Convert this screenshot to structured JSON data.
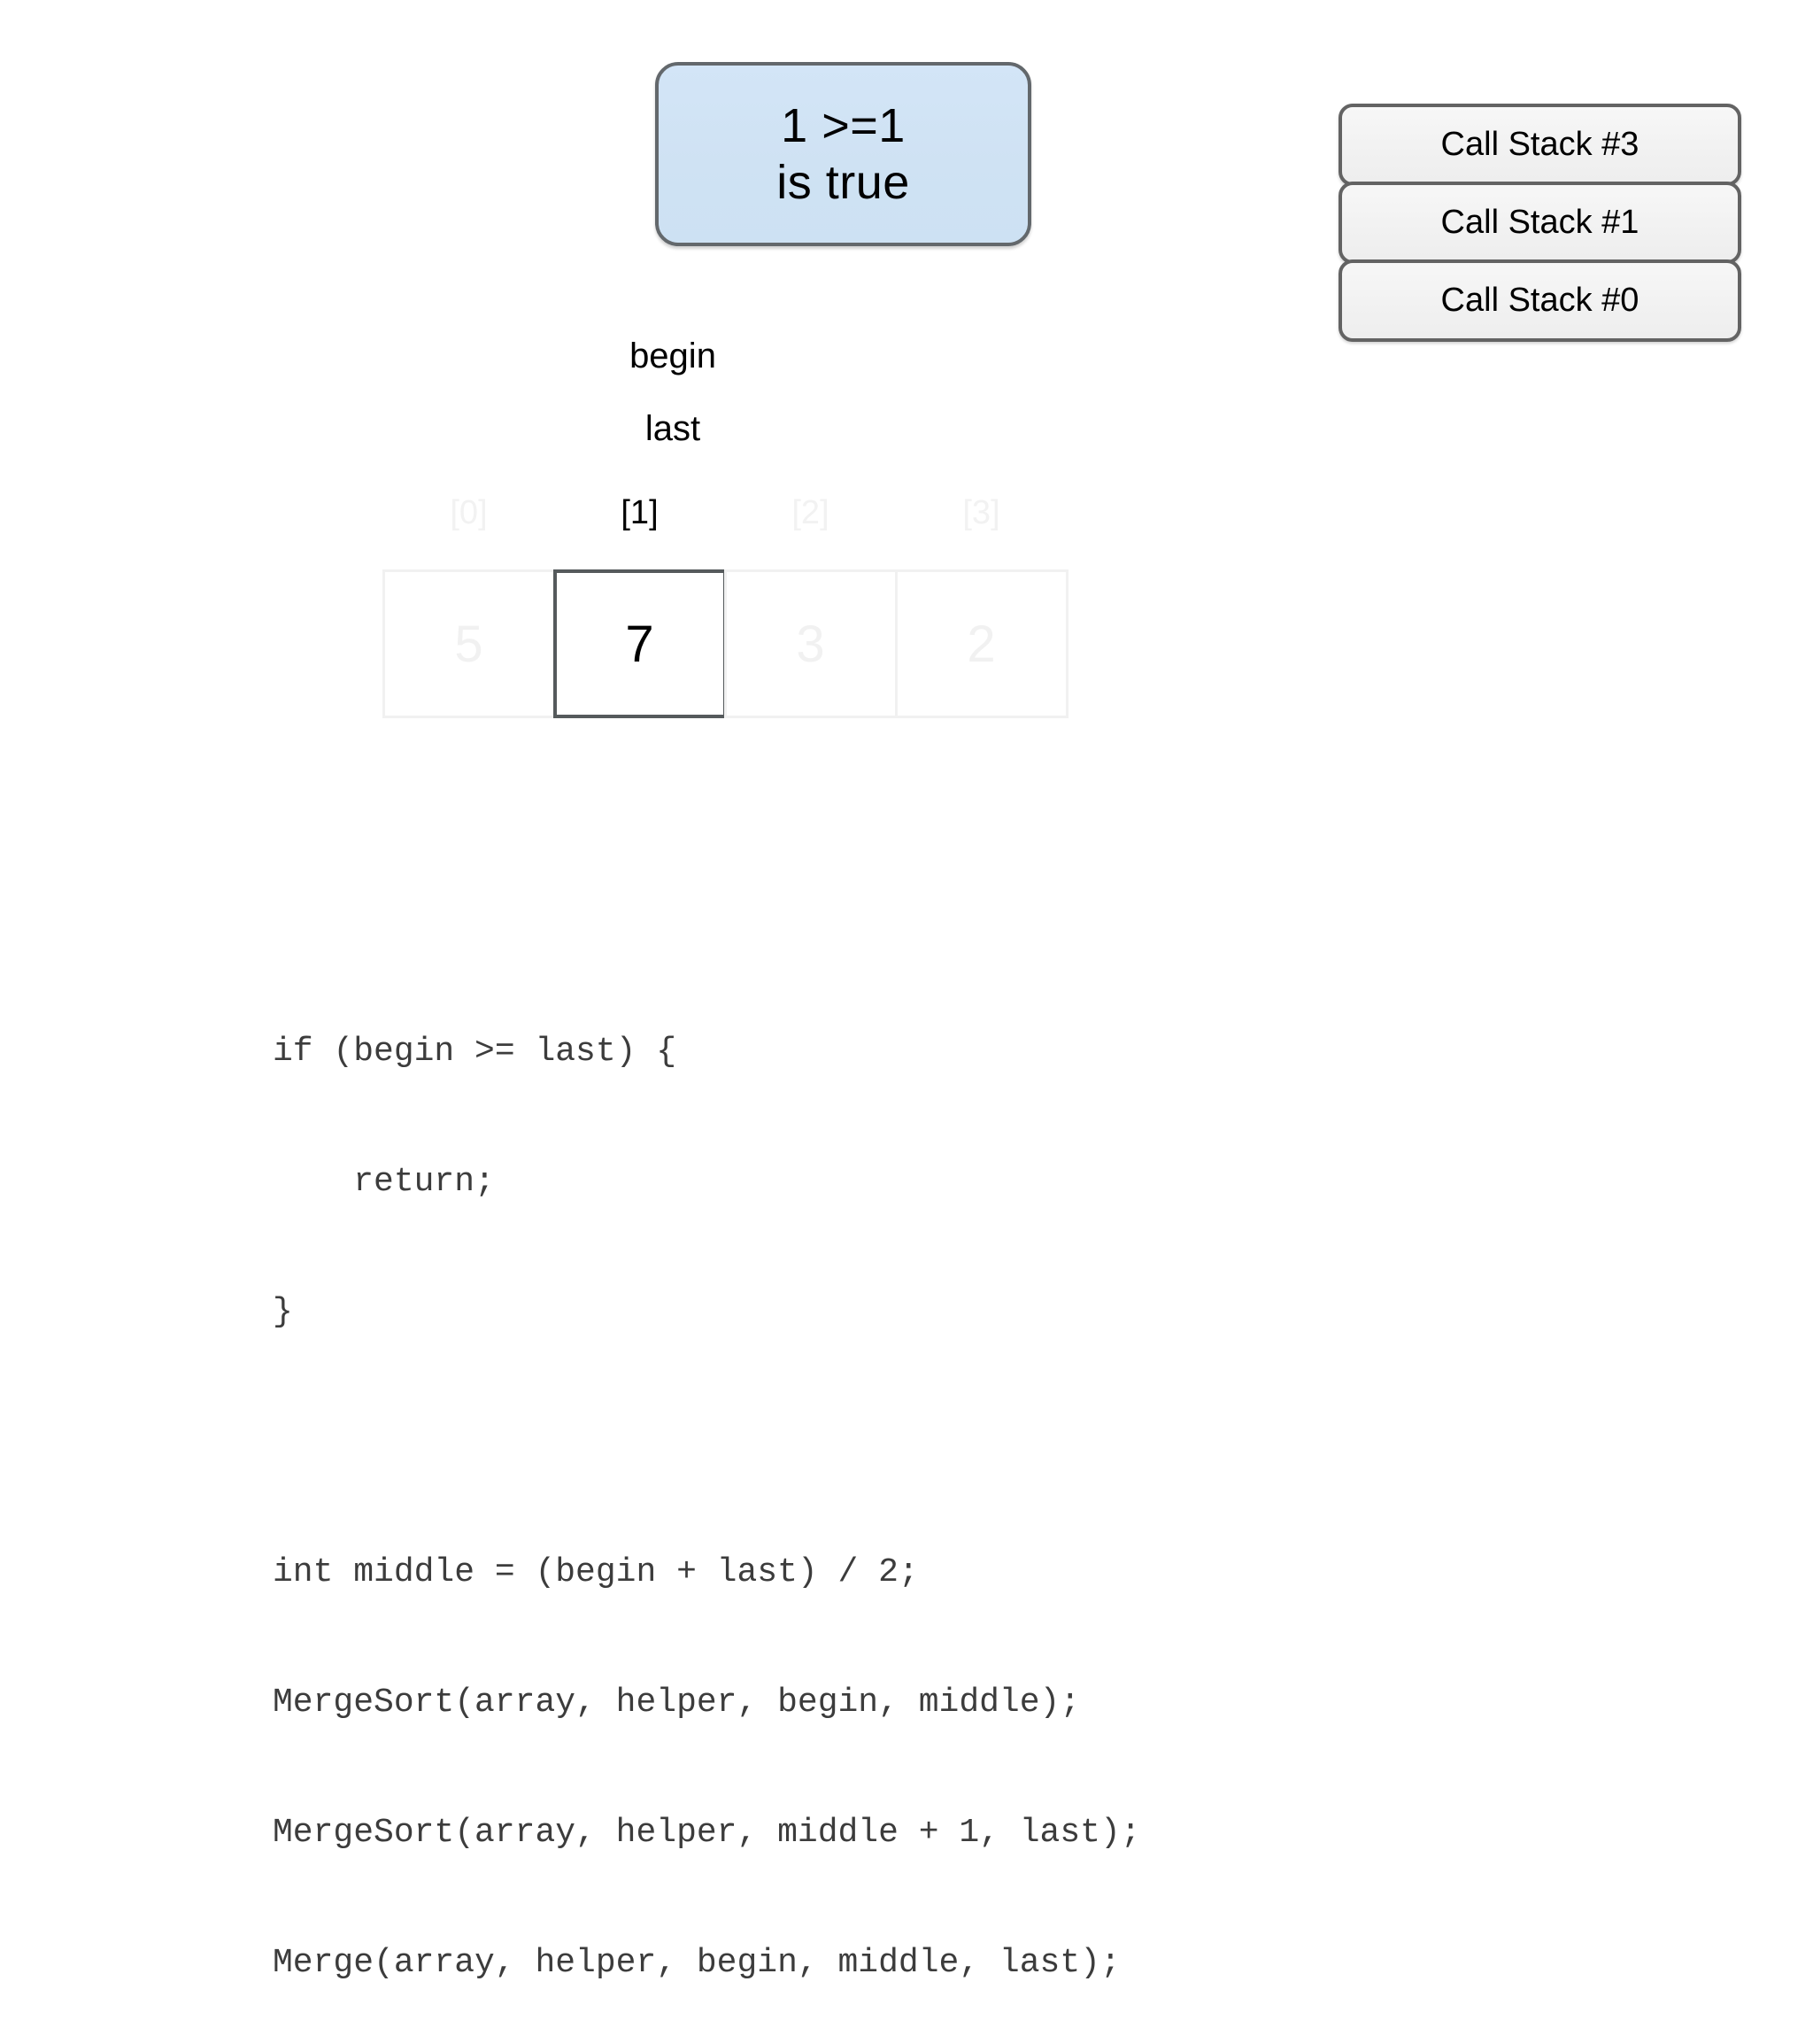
{
  "condition": {
    "line1": "1 >=1",
    "line2": "is true"
  },
  "call_stack": {
    "items": [
      {
        "label": "Call Stack #3"
      },
      {
        "label": "Call Stack #1"
      },
      {
        "label": "Call Stack #0"
      }
    ]
  },
  "pointers": {
    "begin": "begin",
    "last": "last"
  },
  "array": {
    "slots": [
      {
        "index": "[0]",
        "value": "5",
        "state": "faded"
      },
      {
        "index": "[1]",
        "value": "7",
        "state": "active"
      },
      {
        "index": "[2]",
        "value": "3",
        "state": "faded"
      },
      {
        "index": "[3]",
        "value": "2",
        "state": "faded"
      }
    ]
  },
  "code": {
    "lines": [
      "if (begin >= last) {",
      "    return;",
      "}",
      "",
      "int middle = (begin + last) / 2;",
      "MergeSort(array, helper, begin, middle);",
      "MergeSort(array, helper, middle + 1, last);",
      "Merge(array, helper, begin, middle, last);"
    ]
  },
  "colors": {
    "condition_fill": "#cfe2f3",
    "condition_border": "#63686c",
    "call_stack_fill": "#f1f1f1",
    "call_stack_border": "#636363",
    "active_cell_border": "#555a5c",
    "faded": "#f1f1f1",
    "code_text": "#3c3c3c",
    "background": "#ffffff"
  }
}
